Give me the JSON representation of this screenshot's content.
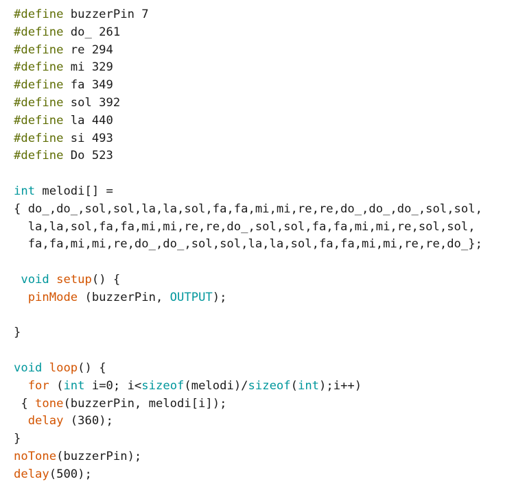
{
  "colors": {
    "text": "#1a1a1a",
    "preprocessor": "#5e6d03",
    "keyword": "#00979c",
    "function": "#d35400"
  },
  "lines": [
    [
      {
        "t": "#define",
        "c": "preprocessor"
      },
      {
        "t": " buzzerPin 7",
        "c": "text"
      }
    ],
    [
      {
        "t": "#define",
        "c": "preprocessor"
      },
      {
        "t": " do_ 261",
        "c": "text"
      }
    ],
    [
      {
        "t": "#define",
        "c": "preprocessor"
      },
      {
        "t": " re 294",
        "c": "text"
      }
    ],
    [
      {
        "t": "#define",
        "c": "preprocessor"
      },
      {
        "t": " mi 329",
        "c": "text"
      }
    ],
    [
      {
        "t": "#define",
        "c": "preprocessor"
      },
      {
        "t": " fa 349",
        "c": "text"
      }
    ],
    [
      {
        "t": "#define",
        "c": "preprocessor"
      },
      {
        "t": " sol 392",
        "c": "text"
      }
    ],
    [
      {
        "t": "#define",
        "c": "preprocessor"
      },
      {
        "t": " la 440",
        "c": "text"
      }
    ],
    [
      {
        "t": "#define",
        "c": "preprocessor"
      },
      {
        "t": " si 493",
        "c": "text"
      }
    ],
    [
      {
        "t": "#define",
        "c": "preprocessor"
      },
      {
        "t": " Do 523",
        "c": "text"
      }
    ],
    [],
    [
      {
        "t": "int",
        "c": "keyword"
      },
      {
        "t": " melodi[] =",
        "c": "text"
      }
    ],
    [
      {
        "t": "{ do_,do_,sol,sol,la,la,sol,fa,fa,mi,mi,re,re,do_,do_,do_,sol,sol,",
        "c": "text"
      }
    ],
    [
      {
        "t": "  la,la,sol,fa,fa,mi,mi,re,re,do_,sol,sol,fa,fa,mi,mi,re,sol,sol,",
        "c": "text"
      }
    ],
    [
      {
        "t": "  fa,fa,mi,mi,re,do_,do_,sol,sol,la,la,sol,fa,fa,mi,mi,re,re,do_};",
        "c": "text"
      }
    ],
    [],
    [
      {
        "t": " ",
        "c": "text"
      },
      {
        "t": "void",
        "c": "keyword"
      },
      {
        "t": " ",
        "c": "text"
      },
      {
        "t": "setup",
        "c": "function"
      },
      {
        "t": "() {",
        "c": "text"
      }
    ],
    [
      {
        "t": "  ",
        "c": "text"
      },
      {
        "t": "pinMode",
        "c": "function"
      },
      {
        "t": " (buzzerPin, ",
        "c": "text"
      },
      {
        "t": "OUTPUT",
        "c": "keyword"
      },
      {
        "t": ");",
        "c": "text"
      }
    ],
    [],
    [
      {
        "t": "}",
        "c": "text"
      }
    ],
    [],
    [
      {
        "t": "void",
        "c": "keyword"
      },
      {
        "t": " ",
        "c": "text"
      },
      {
        "t": "loop",
        "c": "function"
      },
      {
        "t": "() {",
        "c": "text"
      }
    ],
    [
      {
        "t": "  ",
        "c": "text"
      },
      {
        "t": "for",
        "c": "function"
      },
      {
        "t": " (",
        "c": "text"
      },
      {
        "t": "int",
        "c": "keyword"
      },
      {
        "t": " i=0; i<",
        "c": "text"
      },
      {
        "t": "sizeof",
        "c": "keyword"
      },
      {
        "t": "(melodi)/",
        "c": "text"
      },
      {
        "t": "sizeof",
        "c": "keyword"
      },
      {
        "t": "(",
        "c": "text"
      },
      {
        "t": "int",
        "c": "keyword"
      },
      {
        "t": ");i++)",
        "c": "text"
      }
    ],
    [
      {
        "t": " { ",
        "c": "text"
      },
      {
        "t": "tone",
        "c": "function"
      },
      {
        "t": "(buzzerPin, melodi[i]);",
        "c": "text"
      }
    ],
    [
      {
        "t": "  ",
        "c": "text"
      },
      {
        "t": "delay",
        "c": "function"
      },
      {
        "t": " (360);",
        "c": "text"
      }
    ],
    [
      {
        "t": "}",
        "c": "text"
      }
    ],
    [
      {
        "t": "noTone",
        "c": "function"
      },
      {
        "t": "(buzzerPin);",
        "c": "text"
      }
    ],
    [
      {
        "t": "delay",
        "c": "function"
      },
      {
        "t": "(500);",
        "c": "text"
      }
    ]
  ]
}
